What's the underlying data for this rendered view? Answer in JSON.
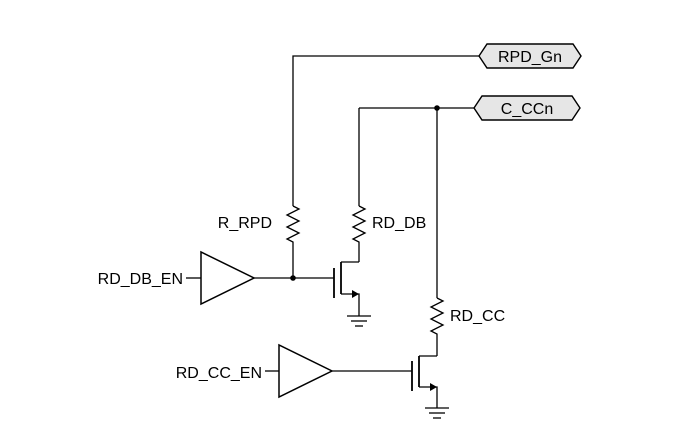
{
  "ports": {
    "rpd_gn": "RPD_Gn",
    "c_ccn": "C_CCn"
  },
  "resistors": {
    "r_rpd": "R_RPD",
    "rd_db": "RD_DB",
    "rd_cc": "RD_CC"
  },
  "inputs": {
    "rd_db_en": "RD_DB_EN",
    "rd_cc_en": "RD_CC_EN"
  }
}
